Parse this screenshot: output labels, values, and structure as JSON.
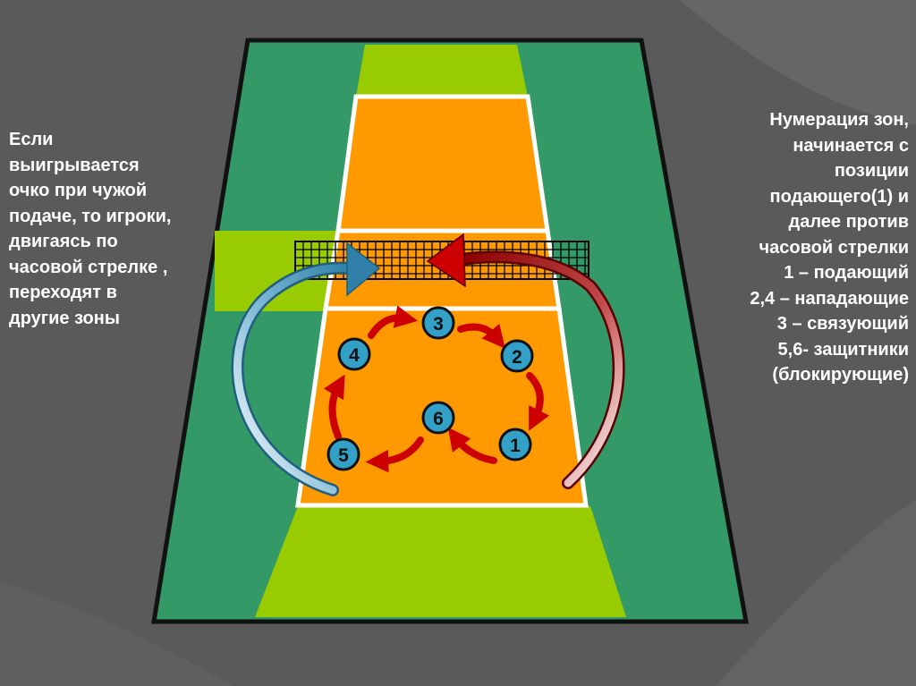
{
  "left_text": {
    "lines": [
      "Если",
      "выигрывается",
      "очко при чужой",
      "подаче, то игроки,",
      "двигаясь по",
      "часовой стрелке ,",
      "переходят в",
      "другие зоны"
    ]
  },
  "right_text": {
    "lines": [
      "Нумерация зон,",
      "начинается с",
      "позиции",
      "подающего(1) и",
      "далее против",
      "часовой стрелки",
      "1 – подающий",
      "2,4 – нападающие",
      "3 – связующий",
      "5,6- защитники",
      "(блокирующие)"
    ]
  },
  "zones": [
    {
      "label": "1"
    },
    {
      "label": "2"
    },
    {
      "label": "3"
    },
    {
      "label": "4"
    },
    {
      "label": "5"
    },
    {
      "label": "6"
    }
  ],
  "colors": {
    "background": "#5a5a5a",
    "court_green": "#339966",
    "light_green": "#99cc00",
    "court_orange": "#ff9900",
    "zone_circle": "#33a0c8",
    "arrow_red": "#cc0000",
    "arrow_blue": "#2f7fa8",
    "arrow_dark_red": "#8b0000"
  }
}
